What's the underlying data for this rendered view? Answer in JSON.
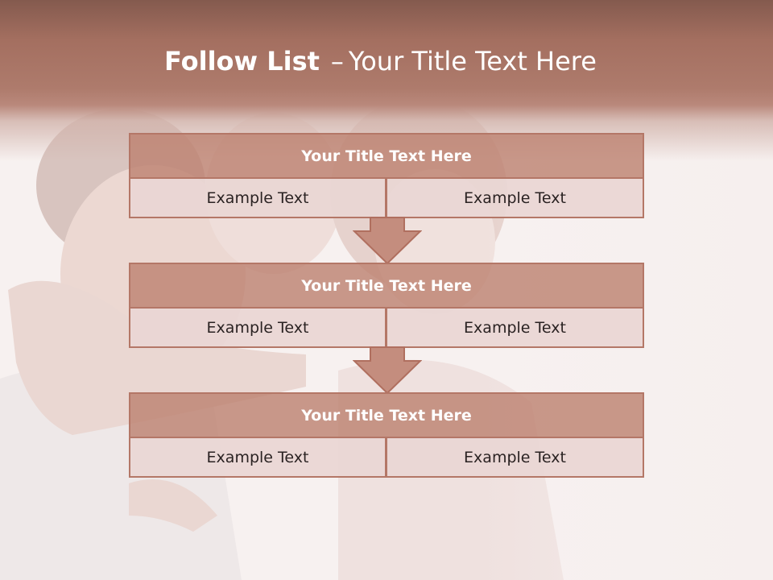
{
  "title": {
    "bold": "Follow List",
    "separator": "–",
    "rest": "Your Title Text Here"
  },
  "blocks": [
    {
      "title": "Your Title Text Here",
      "left": "Example Text",
      "right": "Example Text"
    },
    {
      "title": "Your Title Text Here",
      "left": "Example Text",
      "right": "Example Text"
    },
    {
      "title": "Your Title Text Here",
      "left": "Example Text",
      "right": "Example Text"
    }
  ],
  "colors": {
    "header": "#a46f60",
    "block_title": "#bd8271",
    "cell": "#e9d6d4",
    "border": "#b47767"
  }
}
